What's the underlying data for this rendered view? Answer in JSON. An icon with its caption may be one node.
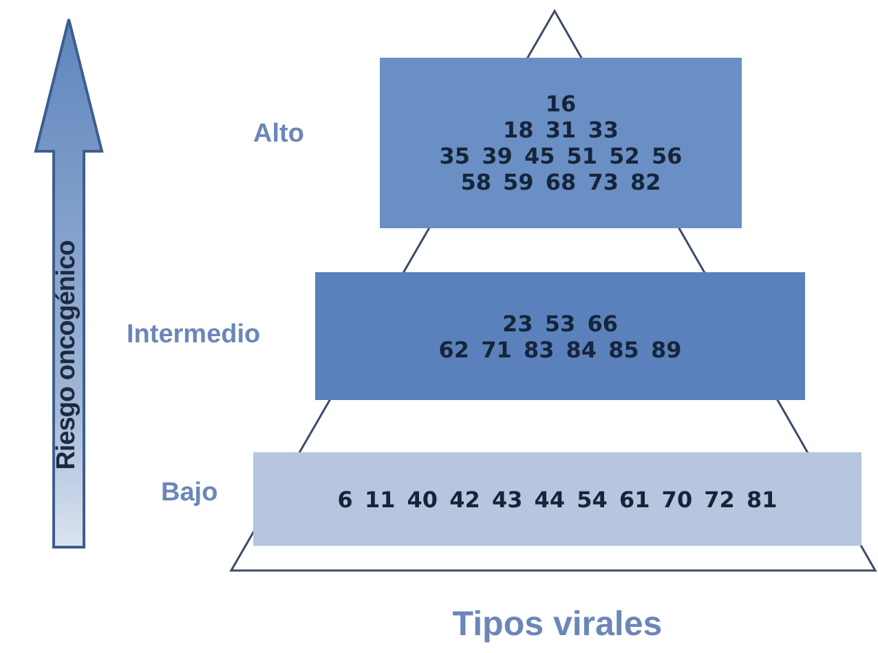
{
  "diagram": {
    "nodes": [
      {
        "text": [
          "16",
          "18 31 33",
          "35 39 45 51 52 56",
          "58 59 68 73 82"
        ],
        "beside": [
          "Alto"
        ]
      },
      {
        "text": [
          "23 53 66",
          "62 71 83 84 85 89"
        ],
        "beside": [
          "Intermedio"
        ]
      },
      {
        "text": [
          "6 11 40 42 43 44 54 61 70 72 81"
        ],
        "beside": [
          "Bajo"
        ]
      }
    ],
    "edges": [],
    "labels": [
      "Riesgo oncogénico",
      "Tipos virales"
    ]
  }
}
